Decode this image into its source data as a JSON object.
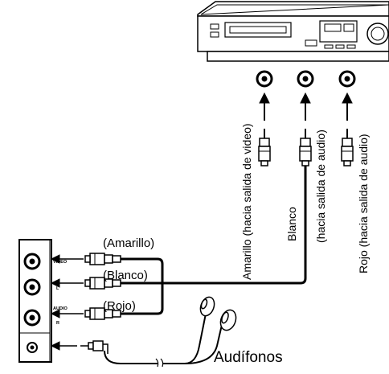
{
  "labels": {
    "amarillo_out": "Amarillo (hacia salida de video)",
    "blanco_word": "Blanco",
    "blanco_out": "(hacia salida de audio)",
    "rojo_out": "Rojo (hacia salida de audio)",
    "amarillo_in": "(Amarillo)",
    "blanco_in": "(Blanco)",
    "rojo_in": "(Rojo)",
    "panel_video": "VIDEO",
    "panel_l": "L",
    "panel_audio": "AUDIO",
    "panel_r": "R",
    "headphones": "Audífonos"
  },
  "colors": {
    "line": "#000000",
    "background": "#ffffff"
  }
}
